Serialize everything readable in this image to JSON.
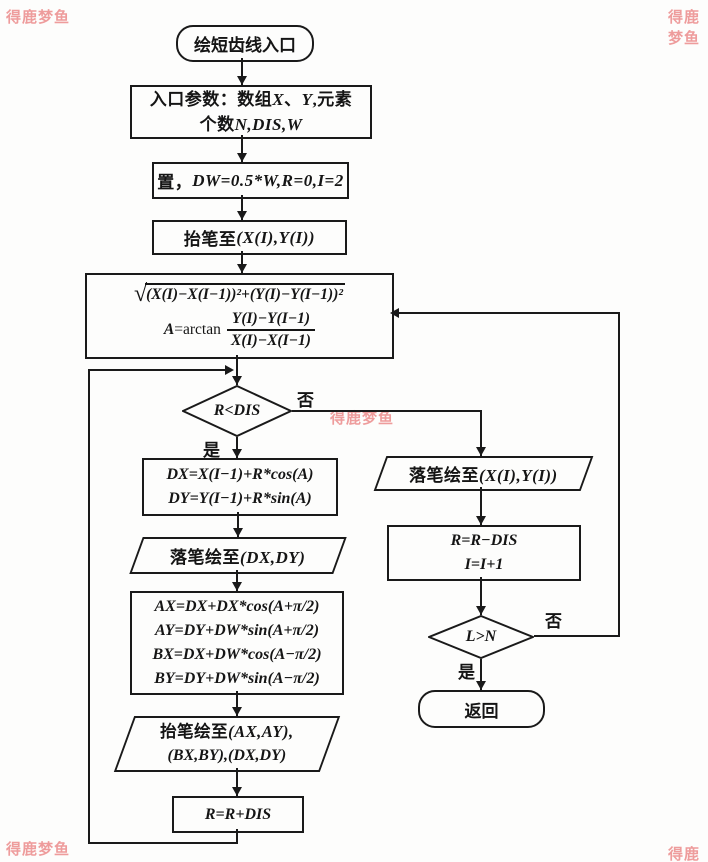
{
  "watermark": {
    "text": "得鹿梦鱼",
    "color": "#ee9c9c"
  },
  "labels": {
    "no": "否",
    "yes": "是"
  },
  "nodes": {
    "start": {
      "segs": [
        {
          "t": "绘短齿线入口"
        }
      ]
    },
    "params": {
      "line1": [
        {
          "t": "入口参数：数组"
        },
        {
          "t": "X",
          "i": 1
        },
        {
          "t": "、"
        },
        {
          "t": "Y",
          "i": 1
        },
        {
          "t": ",元素"
        }
      ],
      "line2": [
        {
          "t": "个数"
        },
        {
          "t": "N,DIS,W",
          "i": 1
        }
      ]
    },
    "init": {
      "segs": [
        {
          "t": "置，"
        },
        {
          "t": "DW=0.5*W,R=0,I=2",
          "i": 1
        }
      ]
    },
    "penup1": {
      "segs": [
        {
          "t": "抬笔至"
        },
        {
          "t": "(X(I),Y(I))",
          "i": 1
        }
      ]
    },
    "formula": {
      "sqrt": [
        {
          "t": "(X(I)−X(I−1))²+(Y(I)−Y(I−1))²",
          "i": 1
        }
      ],
      "arctan": [
        {
          "t": "A",
          "i": 1
        },
        {
          "t": "=arctan"
        }
      ],
      "num": "Y(I)−Y(I−1)",
      "den": "X(I)−X(I−1)"
    },
    "cond1": {
      "segs": [
        {
          "t": "R<DIS",
          "i": 1
        }
      ]
    },
    "dxdy": {
      "line1": [
        {
          "t": "DX=X(I−1)+R*cos(A)",
          "i": 1
        }
      ],
      "line2": [
        {
          "t": "DY=Y(I−1)+R*sin(A)",
          "i": 1
        }
      ]
    },
    "pendown_dxdy": {
      "segs": [
        {
          "t": "落笔绘至"
        },
        {
          "t": "(DX,DY)",
          "i": 1
        }
      ]
    },
    "axby": {
      "line1": [
        {
          "t": "AX=DX+DX*cos(A+π/2)",
          "i": 1
        }
      ],
      "line2": [
        {
          "t": "AY=DY+DW*sin(A+π/2)",
          "i": 1
        }
      ],
      "line3": [
        {
          "t": "BX=DX+DW*cos(A−π/2)",
          "i": 1
        }
      ],
      "line4": [
        {
          "t": "BY=DY+DW*sin(A−π/2)",
          "i": 1
        }
      ]
    },
    "penup_ax": {
      "line1": [
        {
          "t": "抬笔绘至"
        },
        {
          "t": "(AX,AY),",
          "i": 1
        }
      ],
      "line2": [
        {
          "t": "(BX,BY),(DX,DY)",
          "i": 1
        }
      ]
    },
    "rplus": {
      "segs": [
        {
          "t": "R=R+DIS",
          "i": 1
        }
      ]
    },
    "pendown_xy": {
      "segs": [
        {
          "t": "落笔绘至"
        },
        {
          "t": "(X(I),Y(I))",
          "i": 1
        }
      ]
    },
    "rminus": {
      "line1": [
        {
          "t": "R=R−DIS",
          "i": 1
        }
      ],
      "line2": [
        {
          "t": "I=I+1",
          "i": 1
        }
      ]
    },
    "cond2": {
      "segs": [
        {
          "t": "L>N",
          "i": 1
        }
      ]
    },
    "ret": {
      "segs": [
        {
          "t": "返回"
        }
      ]
    }
  }
}
